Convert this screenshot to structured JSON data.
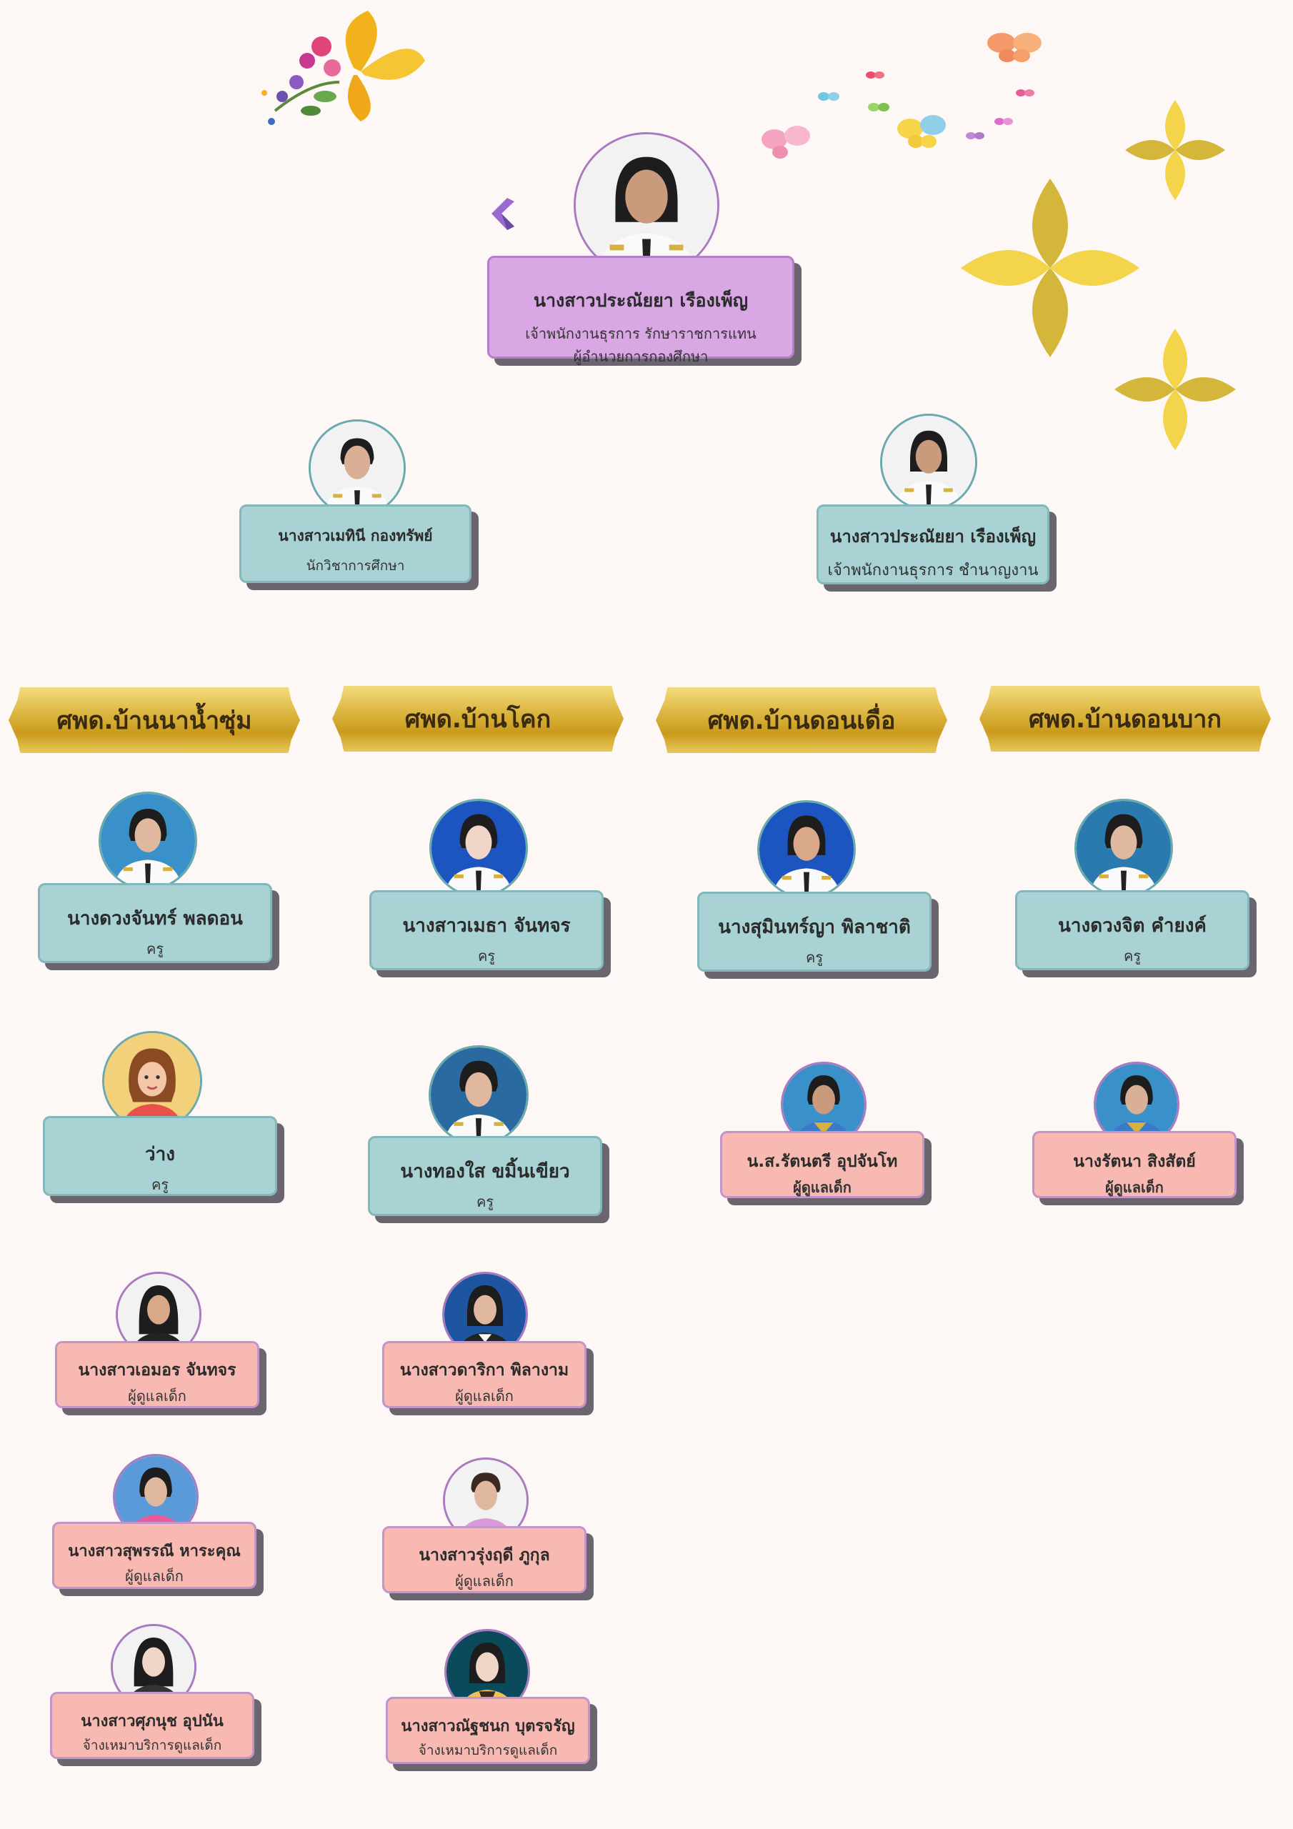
{
  "colors": {
    "background": "#fdf8f5",
    "card_purple": "#d9a8e4",
    "card_teal": "#a9d2d4",
    "card_pink": "#f7b9b1",
    "banner_gold": "#d9b13a",
    "shadow": "#6b6570"
  },
  "director": {
    "name": "นางสาวประณัยยา เรืองเพ็ญ",
    "role_line1": "เจ้าพนักงานธุรการ รักษาราชการแทน",
    "role_line2": "ผู้อำนวยการกองศึกษา"
  },
  "staff": [
    {
      "name": "นางสาวเมทินี   กองทรัพย์",
      "role": "นักวิชาการศึกษา"
    },
    {
      "name": "นางสาวประณัยยา เรืองเพ็ญ",
      "role": "เจ้าพนักงานธุรการ ชำนาญงาน"
    }
  ],
  "centers": [
    {
      "title": "ศพด.บ้านนาน้ำซุ่ม",
      "teachers": [
        {
          "name": "นางดวงจันทร์ พลดอน",
          "role": "ครู"
        },
        {
          "name": "ว่าง",
          "role": "ครู"
        }
      ],
      "caregivers": [
        {
          "name": "นางสาวเอมอร จันทจร",
          "role": "ผู้ดูแลเด็ก"
        },
        {
          "name": "นางสาวสุพรรณี หาระคุณ",
          "role": "ผู้ดูแลเด็ก"
        },
        {
          "name": "นางสาวศุภนุช อุปนัน",
          "role": "จ้างเหมาบริการดูแลเด็ก"
        }
      ]
    },
    {
      "title": "ศพด.บ้านโคก",
      "teachers": [
        {
          "name": "นางสาวเมธา จันทจร",
          "role": "ครู"
        },
        {
          "name": "นางทองใส ขมิ้นเขียว",
          "role": "ครู"
        }
      ],
      "caregivers": [
        {
          "name": "นางสาวดาริกา พิลางาม",
          "role": "ผู้ดูแลเด็ก"
        },
        {
          "name": "นางสาวรุ่งฤดี ภูกุล",
          "role": "ผู้ดูแลเด็ก"
        },
        {
          "name": "นางสาวณัฐชนก บุตรจรัญ",
          "role": "จ้างเหมาบริการดูแลเด็ก"
        }
      ]
    },
    {
      "title": "ศพด.บ้านดอนเดื่อ",
      "teachers": [
        {
          "name": "นางสุมินทร์ญา พิลาชาติ",
          "role": "ครู"
        }
      ],
      "caregivers": [
        {
          "name": "น.ส.รัตนตรี อุปจันโท",
          "role": "ผู้ดูแลเด็ก"
        }
      ]
    },
    {
      "title": "ศพด.บ้านดอนบาก",
      "teachers": [
        {
          "name": "นางดวงจิต คำยงค์",
          "role": "ครู"
        }
      ],
      "caregivers": [
        {
          "name": "นางรัตนา สิงสัตย์",
          "role": "ผู้ดูแลเด็ก"
        }
      ]
    }
  ]
}
